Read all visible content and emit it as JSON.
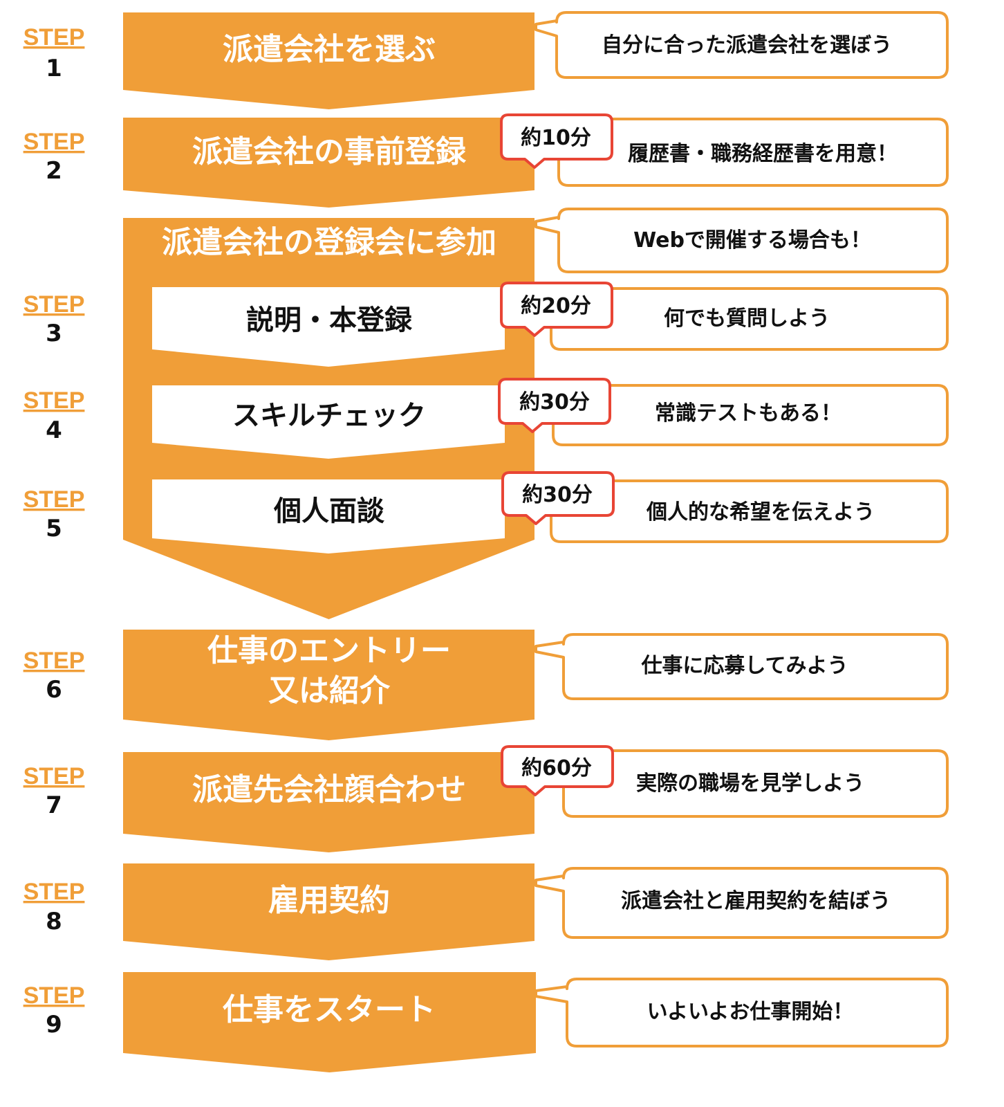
{
  "colors": {
    "orange": "#F09E38",
    "red": "#E84535",
    "text": "#111111"
  },
  "step_word": "STEP",
  "steps": [
    {
      "num": "1",
      "title": "派遣会社を選ぶ",
      "note": "自分に合った派遣会社を選ぼう"
    },
    {
      "num": "2",
      "title": "派遣会社の事前登録",
      "note": "履歴書・職務経歴書を用意！",
      "time": "約10分"
    },
    {
      "num": "3",
      "title": "説明・本登録",
      "note": "何でも質問しよう",
      "time": "約20分"
    },
    {
      "num": "4",
      "title": "スキルチェック",
      "note": "常識テストもある！",
      "time": "約30分"
    },
    {
      "num": "5",
      "title": "個人面談",
      "note": "個人的な希望を伝えよう",
      "time": "約30分"
    },
    {
      "num": "6",
      "title_lines": [
        "仕事のエントリー",
        "又は紹介"
      ],
      "note": "仕事に応募してみよう"
    },
    {
      "num": "7",
      "title": "派遣先会社顔合わせ",
      "note": "実際の職場を見学しよう",
      "time": "約60分"
    },
    {
      "num": "8",
      "title": "雇用契約",
      "note": "派遣会社と雇用契約を結ぼう"
    },
    {
      "num": "9",
      "title": "仕事をスタート",
      "note": "いよいよお仕事開始！"
    }
  ],
  "group": {
    "title": "派遣会社の登録会に参加",
    "note": "Webで開催する場合も！"
  }
}
